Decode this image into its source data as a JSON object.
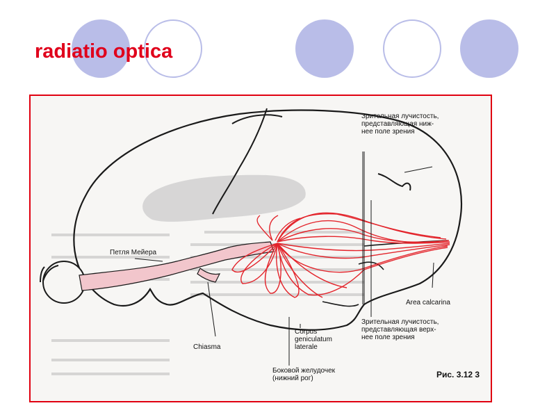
{
  "slide": {
    "title": "radiatio optica",
    "title_color": "#e0001b",
    "decor_circle_color": "#b9bde8",
    "frame_color": "#e00010"
  },
  "figure": {
    "labels": {
      "upper_radiation": "Зрительная лучистость,\nпредставляющая ниж-\nнее поле зрения",
      "meyer_loop": "Петля Мейера",
      "area_calcarina": "Area calcarina",
      "lower_radiation": "Зрительная лучистость,\nпредставляющая верх-\nнее поле зрения",
      "corpus": "Corpus\ngeniculatum\nlaterale",
      "chiasma": "Chiasma",
      "ventricle": "Боковой желудочек\n(нижний рог)",
      "caption": "Рис. 3.12 3"
    },
    "radiation_color": "#e3242b"
  }
}
